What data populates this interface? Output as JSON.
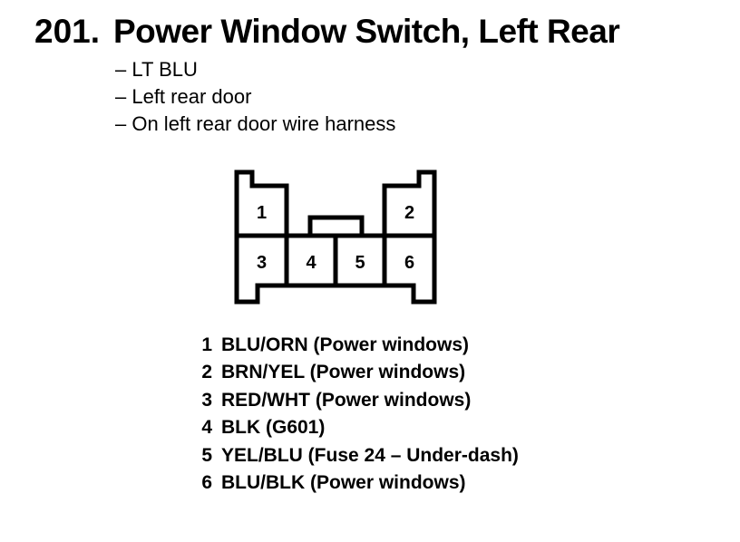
{
  "page": {
    "background_color": "#ffffff",
    "text_color": "#000000"
  },
  "header": {
    "number": "201.",
    "title": "Power Window Switch, Left Rear"
  },
  "notes": {
    "items": [
      "– LT BLU",
      "– Left rear door",
      "– On left rear door wire harness"
    ]
  },
  "connector": {
    "pins": [
      "1",
      "2",
      "3",
      "4",
      "5",
      "6"
    ]
  },
  "legend": {
    "rows": [
      {
        "pin": "1",
        "label": "BLU/ORN (Power windows)"
      },
      {
        "pin": "2",
        "label": "BRN/YEL (Power windows)"
      },
      {
        "pin": "3",
        "label": "RED/WHT (Power windows)"
      },
      {
        "pin": "4",
        "label": "BLK (G601)"
      },
      {
        "pin": "5",
        "label": "YEL/BLU (Fuse 24 – Under-dash)"
      },
      {
        "pin": "6",
        "label": "BLU/BLK (Power windows)"
      }
    ]
  }
}
